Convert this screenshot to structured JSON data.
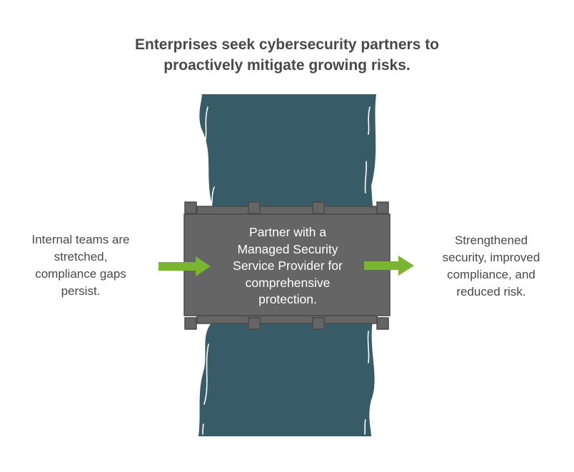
{
  "title": {
    "line1": "Enterprises seek cybersecurity partners to",
    "line2": "proactively mitigate growing risks."
  },
  "bridge": {
    "lines": [
      "Partner with a",
      "Managed Security",
      "Service Provider for",
      "comprehensive",
      "protection."
    ]
  },
  "left": {
    "lines": [
      "Internal teams are",
      "stretched,",
      "compliance gaps",
      "persist."
    ]
  },
  "right": {
    "lines": [
      "Strengthened",
      "security, improved",
      "compliance, and",
      "reduced risk."
    ]
  },
  "colors": {
    "river": "#375b67",
    "bridge": "#656565",
    "bridge_frame": "#4a4a4a",
    "arrow": "#7ab531",
    "text": "#484848"
  }
}
